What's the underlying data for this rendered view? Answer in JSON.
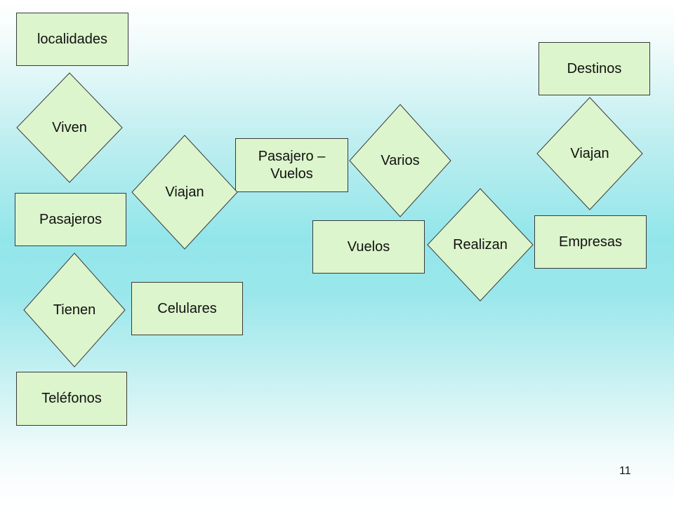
{
  "slide": {
    "page_number": "11"
  },
  "entities": {
    "localidades": "localidades",
    "pasajeros": "Pasajeros",
    "telefonos": "Teléfonos",
    "celulares": "Celulares",
    "pasajero_vuelos_line1": "Pasajero –",
    "pasajero_vuelos_line2": "Vuelos",
    "vuelos": "Vuelos",
    "empresas": "Empresas",
    "destinos": "Destinos"
  },
  "relationships": {
    "viven": "Viven",
    "tienen": "Tienen",
    "viajan_1": "Viajan",
    "varios": "Varios",
    "realizan": "Realizan",
    "viajan_2": "Viajan"
  }
}
